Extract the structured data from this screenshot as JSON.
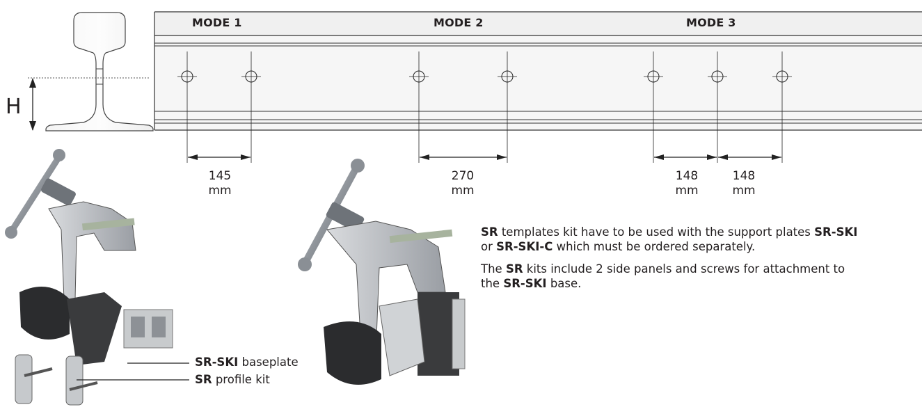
{
  "height_label": "H",
  "modes": {
    "mode1": "MODE 1",
    "mode2": "MODE 2",
    "mode3": "MODE 3"
  },
  "dimensions": {
    "mode1": {
      "value": "145",
      "unit": "mm"
    },
    "mode2": {
      "value": "270",
      "unit": "mm"
    },
    "mode3a": {
      "value": "148",
      "unit": "mm"
    },
    "mode3b": {
      "value": "148",
      "unit": "mm"
    }
  },
  "note1": {
    "b1": "SR",
    "t1": " templates kit have to be used with the support plates ",
    "b2": "SR-SKI",
    "t2": "or ",
    "b3": "SR-SKI-C",
    "t3": " which must be ordered separately."
  },
  "note2": {
    "t1": "The ",
    "b1": "SR",
    "t2": " kits include 2 side panels and screws for attachment to",
    "t3": "the ",
    "b2": "SR-SKI",
    "t4": " base."
  },
  "callouts": {
    "baseplate": {
      "bold": "SR-SKI",
      "text": " baseplate"
    },
    "profile": {
      "bold": "SR",
      "text": " profile kit"
    }
  }
}
